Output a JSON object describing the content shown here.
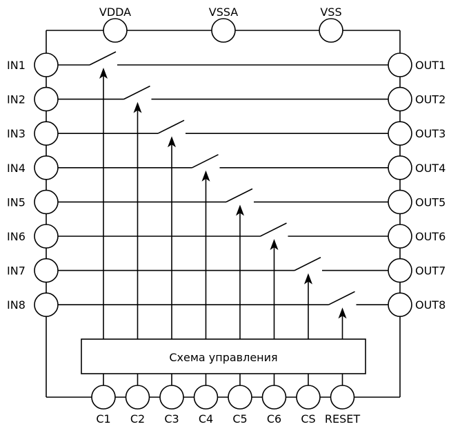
{
  "power_pins": [
    "VDDA",
    "VSSA",
    "VSS"
  ],
  "inputs": [
    "IN1",
    "IN2",
    "IN3",
    "IN4",
    "IN5",
    "IN6",
    "IN7",
    "IN8"
  ],
  "outputs": [
    "OUT1",
    "OUT2",
    "OUT3",
    "OUT4",
    "OUT5",
    "OUT6",
    "OUT7",
    "OUT8"
  ],
  "control_pins": [
    "C1",
    "C2",
    "C3",
    "C4",
    "C5",
    "C6",
    "CS",
    "RESET"
  ],
  "control_block": {
    "label": "Схема управления"
  }
}
